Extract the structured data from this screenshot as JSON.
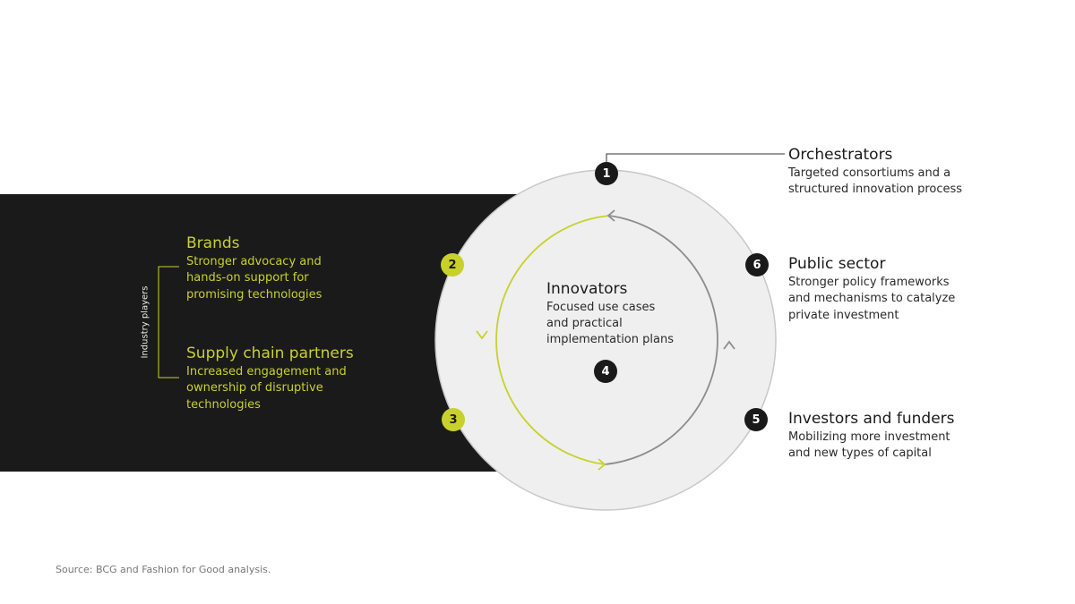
{
  "center": {
    "number": "4",
    "title": "Innovators",
    "lines": [
      "Focused use cases",
      "and practical",
      "implementation plans"
    ]
  },
  "stakeholders": [
    {
      "number": "1",
      "title": "Orchestrators",
      "lines": [
        "Targeted consortiums and a",
        "structured innovation process"
      ]
    },
    {
      "number": "6",
      "title": "Public sector",
      "lines": [
        "Stronger policy frameworks",
        "and mechanisms to catalyze",
        "private investment"
      ]
    },
    {
      "number": "5",
      "title": "Investors and funders",
      "lines": [
        "Mobilizing more investment",
        "and new types of capital"
      ]
    }
  ],
  "industry_players": {
    "label": "Industry players",
    "groups": [
      {
        "number": "2",
        "title": "Brands",
        "lines": [
          "Stronger advocacy and",
          "hands-on support for",
          "promising technologies"
        ]
      },
      {
        "number": "3",
        "title": "Supply chain partners",
        "lines": [
          "Increased engagement and",
          "ownership of disruptive",
          "technologies"
        ]
      }
    ]
  },
  "source": "Source: BCG and Fashion for Good analysis.",
  "colors": {
    "dark": "#1a1a1a",
    "lime": "#c8d12b",
    "circle_fill": "#efefef",
    "circle_stroke": "#c8c8c8",
    "grey_arc": "#8c8c8c"
  }
}
